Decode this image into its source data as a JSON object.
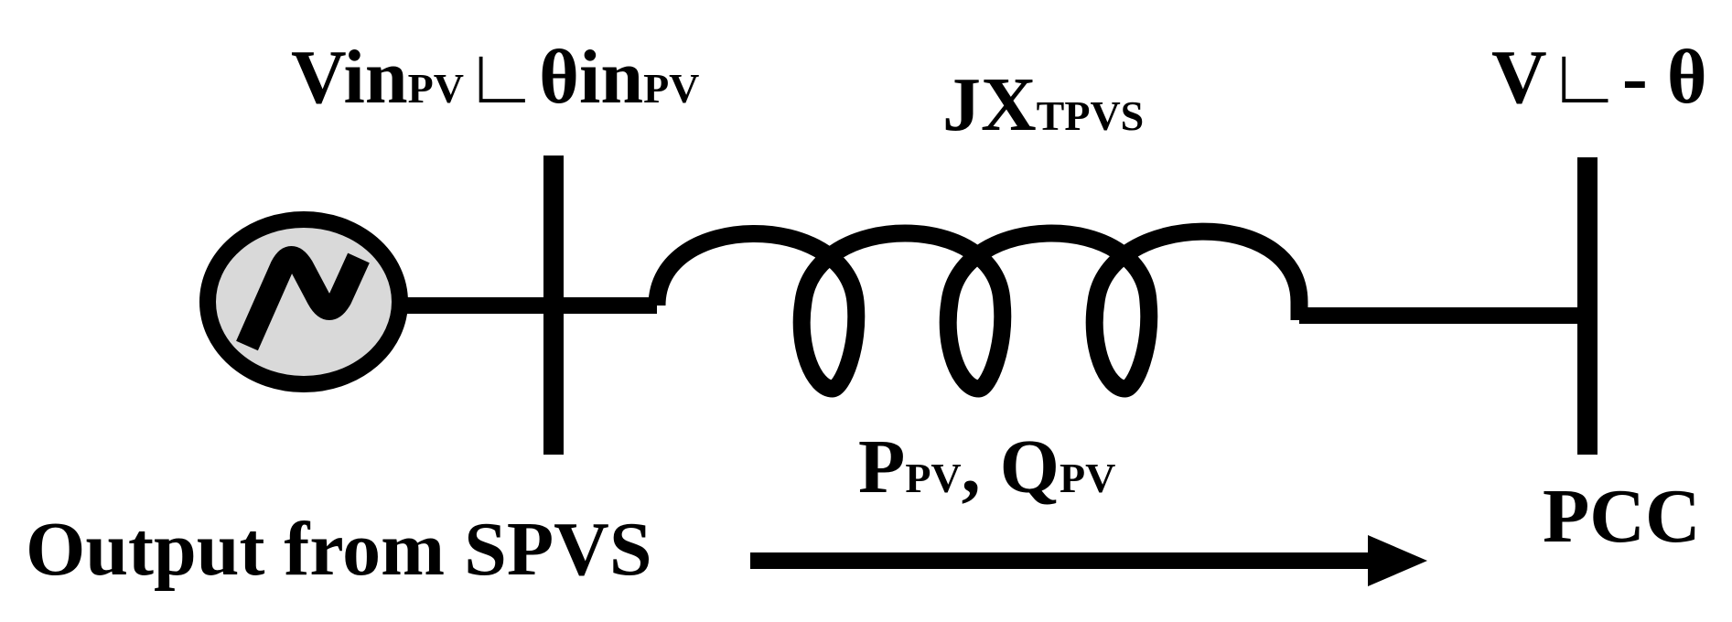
{
  "diagram": {
    "source_label": {
      "main1": "Vin",
      "sub1": "PV",
      "angle": "∟θin",
      "sub2": "PV"
    },
    "reactance_label": {
      "main": "JX",
      "sub": "TPVS"
    },
    "pcc_voltage_label": "V∟- θ",
    "power_label": {
      "p": "P",
      "p_sub": "PV",
      "sep": ", Q",
      "q_sub": "PV"
    },
    "pcc_label": "PCC",
    "output_label": "Output from SPVS",
    "generator_symbol": "N",
    "icons": [
      "ac-source-icon",
      "inductor-coil-icon",
      "power-flow-arrow-icon"
    ],
    "colors": {
      "line": "#000000",
      "source_fill": "#d9d9d9",
      "background": "#ffffff"
    }
  }
}
